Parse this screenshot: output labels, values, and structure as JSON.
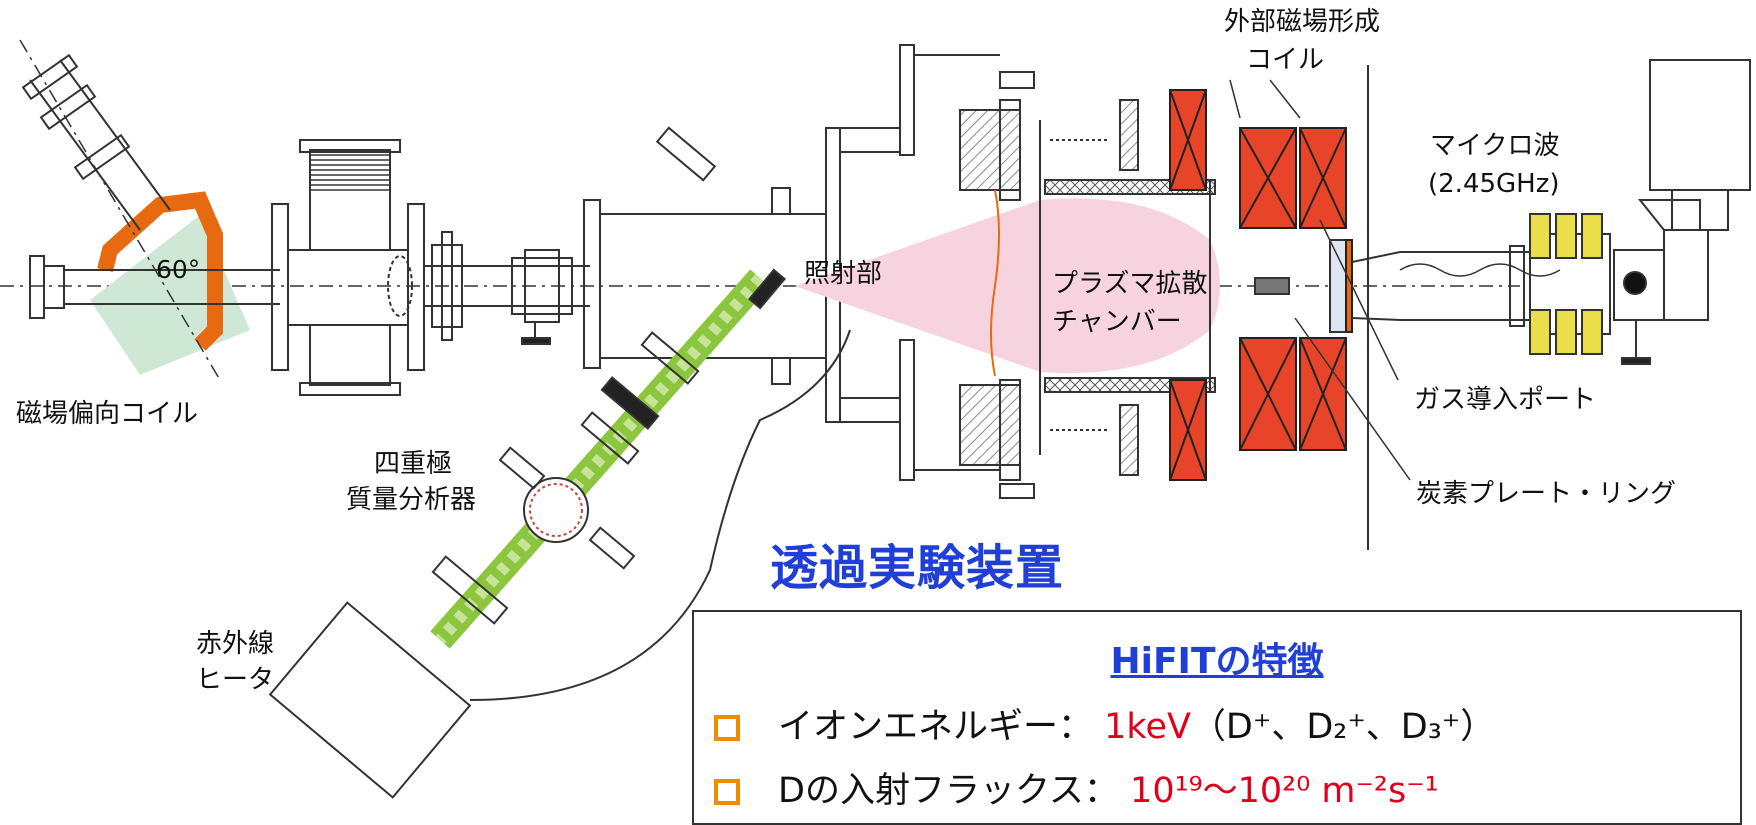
{
  "labels": {
    "coil_outer": "外部磁場形成",
    "coil_outer2": "コイル",
    "microwave": "マイクロ波",
    "microwave_freq": "(2.45GHz)",
    "angle": "60°",
    "deflect_coil": "磁場偏向コイル",
    "irradiation": "照射部",
    "plasma1": "プラズマ拡散",
    "plasma2": "チャンバー",
    "gas_port": "ガス導入ポート",
    "carbon": "炭素プレート・リング",
    "qms1": "四重極",
    "qms2": "質量分析器",
    "heater1": "赤外線",
    "heater2": "ヒータ"
  },
  "title": "透過実験装置",
  "features": {
    "heading": "HiFITの特徴",
    "items": [
      {
        "label": "イオンエネルギー：",
        "value": "1keV",
        "detail": "（D⁺、D₂⁺、D₃⁺）"
      },
      {
        "label": "Dの入射フラックス：",
        "value": "10¹⁹〜10²⁰ m⁻²s⁻¹"
      }
    ]
  },
  "colors": {
    "coil_red": "#e8442a",
    "orange": "#e86a10",
    "plasma_pink": "#f7d3e0",
    "beam_green": "#8cc63f",
    "title_blue": "#1f3fd6",
    "highlight_red": "#e0001b"
  }
}
